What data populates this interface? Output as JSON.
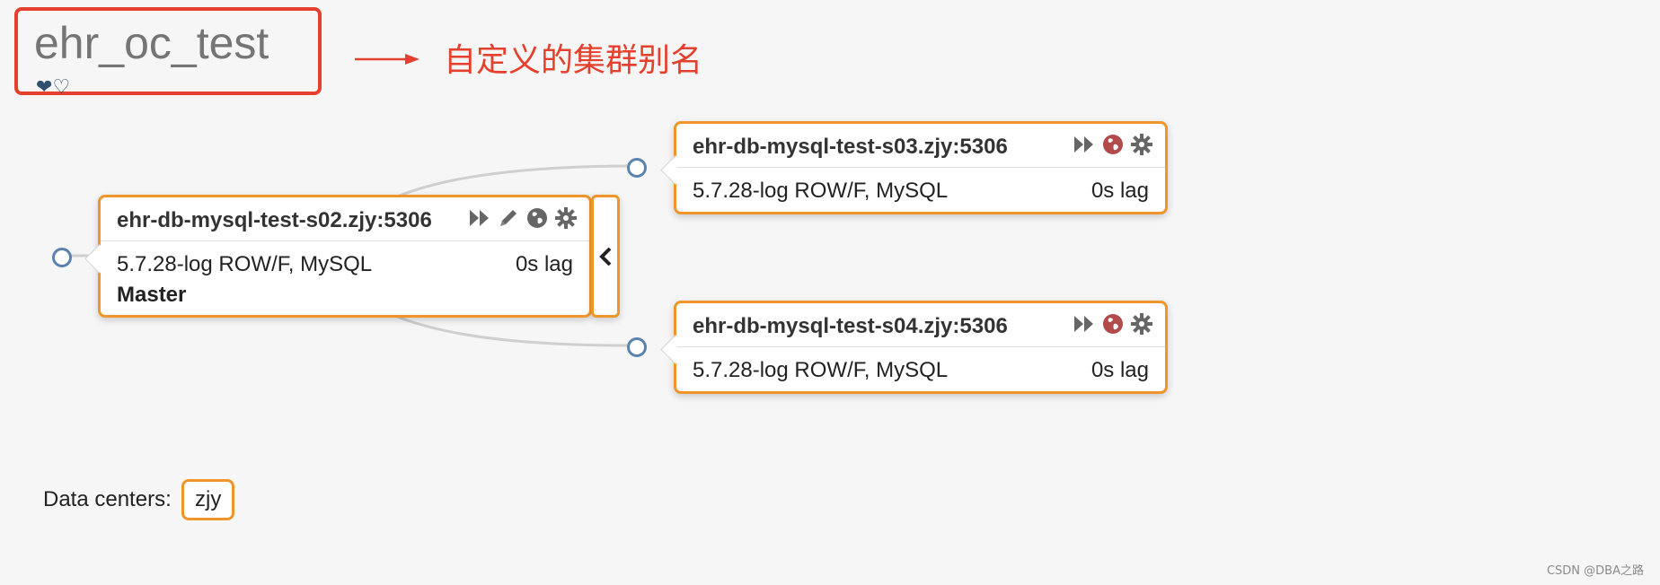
{
  "cluster": {
    "alias": "ehr_oc_test",
    "hearts": [
      "❤",
      "♡"
    ]
  },
  "annotation": {
    "text": "自定义的集群别名",
    "color": "#e5402e"
  },
  "instances": [
    {
      "host": "ehr-db-mysql-test-s02.zjy:5306",
      "version": "5.7.28-log ROW/F, MySQL",
      "lag": "0s lag",
      "role": "Master",
      "icons": [
        "fast-forward-icon",
        "pencil-icon",
        "globe-icon",
        "gear-icon"
      ]
    },
    {
      "host": "ehr-db-mysql-test-s03.zjy:5306",
      "version": "5.7.28-log ROW/F, MySQL",
      "lag": "0s lag",
      "icons": [
        "fast-forward-icon",
        "globe-icon",
        "gear-icon"
      ]
    },
    {
      "host": "ehr-db-mysql-test-s04.zjy:5306",
      "version": "5.7.28-log ROW/F, MySQL",
      "lag": "0s lag",
      "icons": [
        "fast-forward-icon",
        "globe-icon",
        "gear-icon"
      ]
    }
  ],
  "data_centers": {
    "label": "Data centers:",
    "items": [
      "zjy"
    ]
  },
  "watermark": "CSDN @DBA之路",
  "colors": {
    "accent_border": "#f0952a",
    "annotation_red": "#e5402e",
    "node_circle": "#5a82ad",
    "globe_replica": "#b34a4a",
    "globe_master": "#666666"
  }
}
